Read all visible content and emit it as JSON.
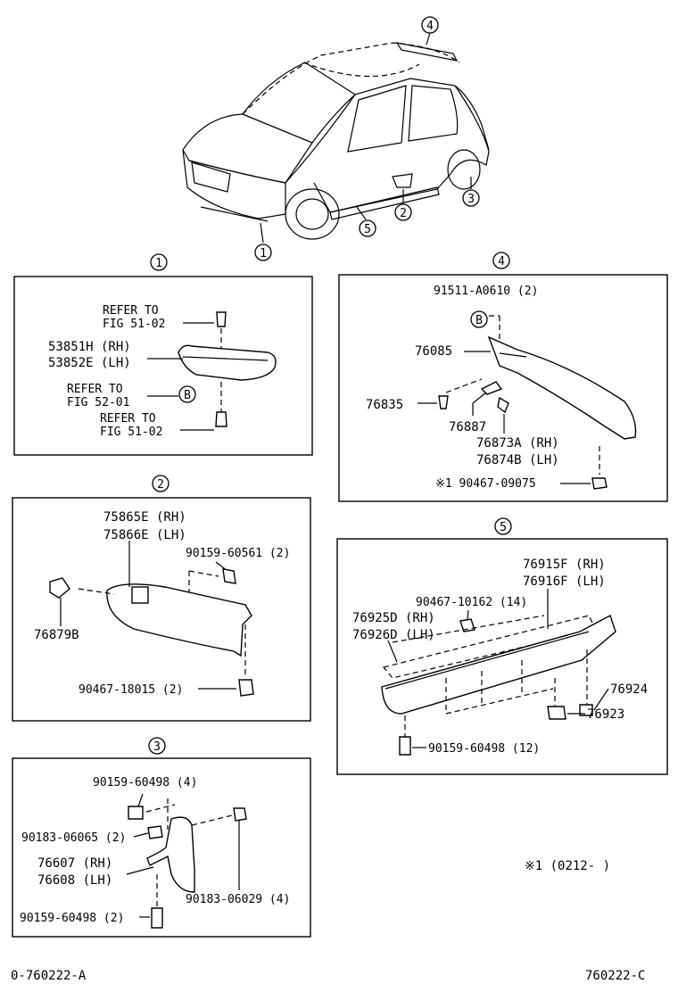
{
  "callouts": {
    "c1": "1",
    "c2": "2",
    "c3": "3",
    "c4": "4",
    "c5": "5",
    "cB": "B"
  },
  "box1": {
    "refer_to_a": "REFER TO",
    "fig_51_02_a": "FIG 51-02",
    "part_rh": "53851H (RH)",
    "part_lh": "53852E (LH)",
    "refer_to_b": "REFER TO",
    "fig_52_01": "FIG 52-01",
    "refer_to_c": "REFER TO",
    "fig_51_02_b": "FIG 51-02"
  },
  "box2": {
    "part_rh": "75865E (RH)",
    "part_lh": "75866E (LH)",
    "bolt": "90159-60561 (2)",
    "clip": "76879B",
    "screw": "90467-18015 (2)"
  },
  "box3": {
    "bolt_top": "90159-60498 (4)",
    "clip": "90183-06065 (2)",
    "part_rh": "76607 (RH)",
    "part_lh": "76608 (LH)",
    "nut": "90183-06029 (4)",
    "bolt_bottom": "90159-60498 (2)"
  },
  "box4": {
    "screw": "91511-A0610 (2)",
    "spoiler": "76085",
    "clip": "76835",
    "pad": "76887",
    "part_rh": "76873A (RH)",
    "part_lh": "76874B (LH)",
    "note_ref": "※1 90467-09075"
  },
  "box5": {
    "part_rh": "76915F (RH)",
    "part_lh": "76916F (LH)",
    "screw": "90467-10162 (14)",
    "tape_rh": "76925D (RH)",
    "tape_lh": "76926D (LH)",
    "clip_a": "76924",
    "clip_b": "76923",
    "bolt": "90159-60498 (12)"
  },
  "footnote": "※1 (0212-     )",
  "code_left": "0-760222-A",
  "code_right": "760222-C"
}
